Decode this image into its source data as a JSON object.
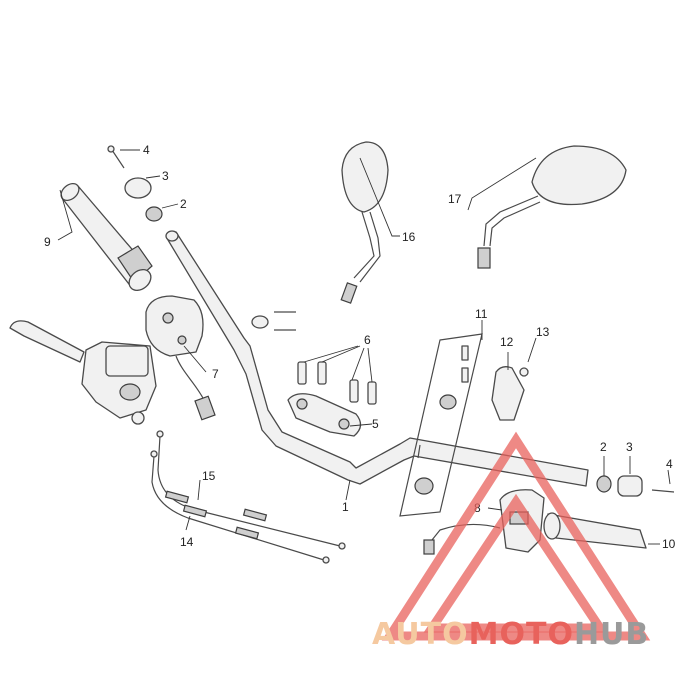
{
  "callouts": [
    {
      "id": "c1",
      "label": "1"
    },
    {
      "id": "c2a",
      "label": "2"
    },
    {
      "id": "c2b",
      "label": "2"
    },
    {
      "id": "c3a",
      "label": "3"
    },
    {
      "id": "c3b",
      "label": "3"
    },
    {
      "id": "c4a",
      "label": "4"
    },
    {
      "id": "c4b",
      "label": "4"
    },
    {
      "id": "c5",
      "label": "5"
    },
    {
      "id": "c6",
      "label": "6"
    },
    {
      "id": "c7",
      "label": "7"
    },
    {
      "id": "c8",
      "label": "8"
    },
    {
      "id": "c9",
      "label": "9"
    },
    {
      "id": "c10",
      "label": "10"
    },
    {
      "id": "c11",
      "label": "11"
    },
    {
      "id": "c12",
      "label": "12"
    },
    {
      "id": "c13",
      "label": "13"
    },
    {
      "id": "c14",
      "label": "14"
    },
    {
      "id": "c15",
      "label": "15"
    },
    {
      "id": "c16",
      "label": "16"
    },
    {
      "id": "c17",
      "label": "17"
    }
  ],
  "watermark": {
    "part1": "AUTO",
    "part2": "MOTO",
    "part3": "HUB",
    "color1": "#f5c9a0",
    "color2": "#e8625c",
    "color3": "#9a9a9a",
    "triangle_color": "#e8625c"
  }
}
